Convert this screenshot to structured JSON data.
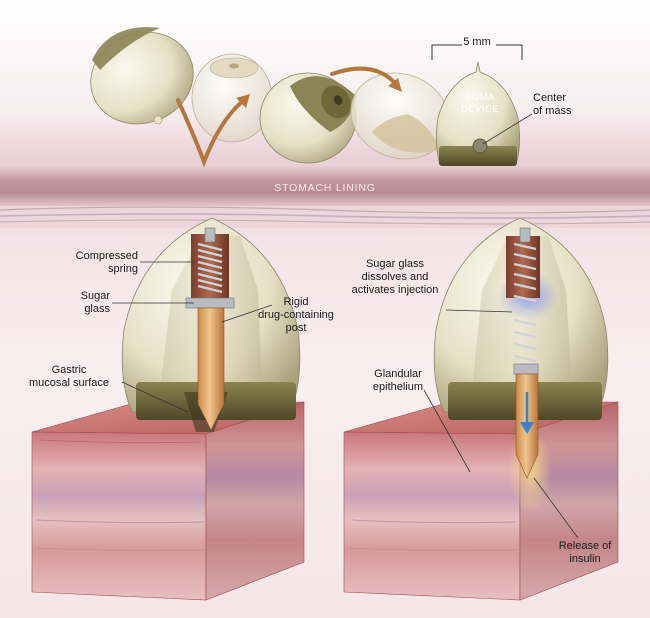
{
  "scale_bar": {
    "label": "5 mm"
  },
  "device_label": {
    "line1": "SOMA",
    "line2": "DEVICE"
  },
  "center_of_mass": {
    "line1": "Center",
    "line2": "of mass"
  },
  "stomach_lining": "STOMACH LINING",
  "left_panel": {
    "compressed_spring": {
      "line1": "Compressed",
      "line2": "spring"
    },
    "sugar_glass": {
      "line1": "Sugar",
      "line2": "glass"
    },
    "rigid_post": {
      "line1": "Rigid",
      "line2": "drug-containing",
      "line3": "post"
    },
    "gastric_surface": {
      "line1": "Gastric",
      "line2": "mucosal surface"
    }
  },
  "right_panel": {
    "sugar_glass_dissolves": {
      "line1": "Sugar glass",
      "line2": "dissolves and",
      "line3": "activates injection"
    },
    "glandular_epithelium": {
      "line1": "Glandular",
      "line2": "epithelium"
    },
    "release_insulin": {
      "line1": "Release of",
      "line2": "insulin"
    }
  },
  "colors": {
    "lining": "#b98b97",
    "capsule_shell": "#ece7d3",
    "capsule_base": "#6f6738",
    "tissue_top": "#c77b78",
    "tissue_side": "#d8a7a8",
    "arrow": "#b3773e",
    "needle_arrow": "#3b82c8"
  }
}
